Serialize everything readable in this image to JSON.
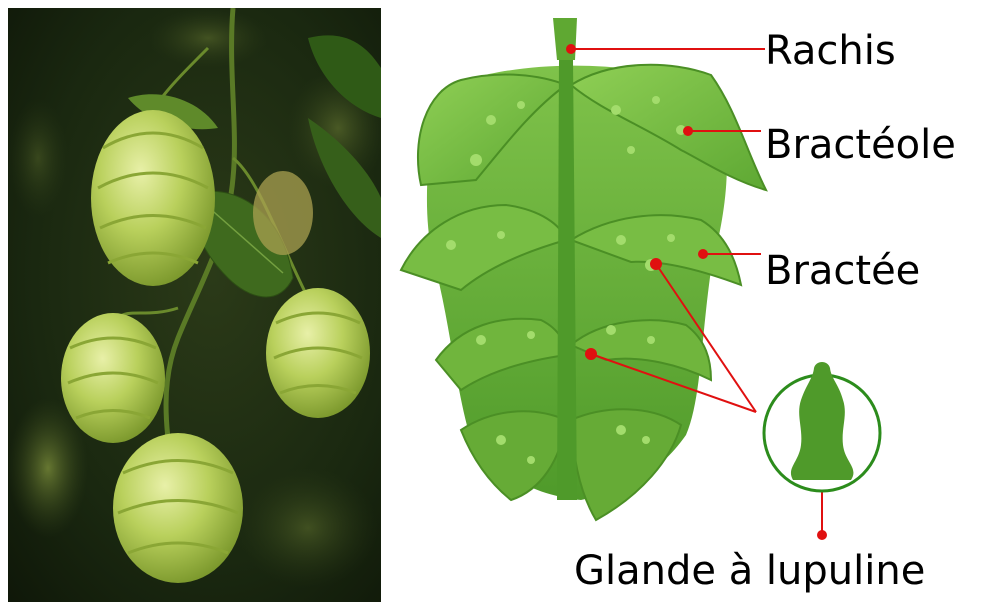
{
  "labels": {
    "rachis": "Rachis",
    "bracteole": "Bractéole",
    "bractee": "Bractée",
    "glande": "Glande à lupuline"
  },
  "colors": {
    "leader_line": "#e01010",
    "cone_dark": "#4f9a2a",
    "cone_mid": "#6cb539",
    "cone_light": "#8fcf55",
    "gland_ring": "#2c8c1c",
    "photo_background": "#16210c"
  },
  "icons": {
    "photo": "hop-plant-photo",
    "cone": "hop-cone-illustration",
    "gland": "lupulin-gland-magnified"
  }
}
